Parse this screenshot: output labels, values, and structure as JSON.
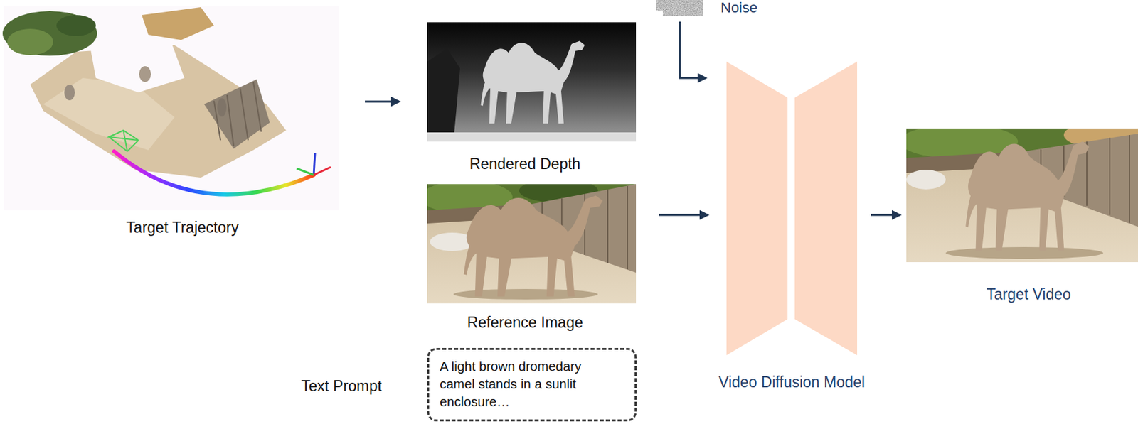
{
  "diagram": {
    "nodes": [
      {
        "text": [
          "Target Trajectory"
        ]
      },
      {
        "text": [
          "Rendered Depth"
        ]
      },
      {
        "text": [
          "Reference Image"
        ]
      },
      {
        "text": [
          "Text Prompt",
          "A light brown dromedary camel stands in a sunlit enclosure…"
        ]
      },
      {
        "text": [
          "Noise"
        ]
      },
      {
        "text": [
          "Video Diffusion Model"
        ]
      },
      {
        "text": [
          "Target Video"
        ]
      }
    ],
    "edges": [
      {
        "from": 0,
        "to": 1,
        "arrow": "to"
      },
      {
        "from": 4,
        "to": 5,
        "arrow": "to"
      },
      {
        "from": 2,
        "to": 5,
        "arrow": "to"
      },
      {
        "from": 5,
        "to": 6,
        "arrow": "to"
      }
    ]
  }
}
